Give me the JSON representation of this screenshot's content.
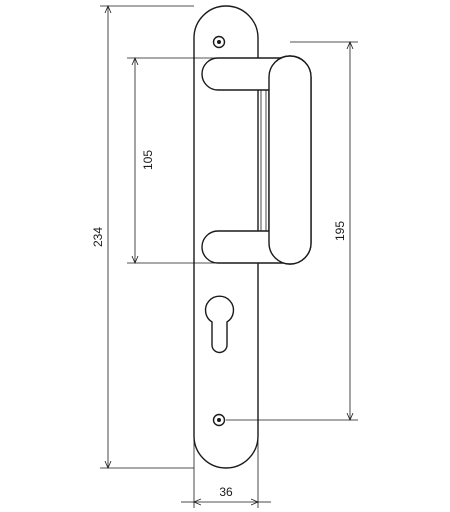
{
  "dimensions": {
    "total_height": "234",
    "lever_spacing": "105",
    "lever_height": "195",
    "plate_width": "36"
  }
}
